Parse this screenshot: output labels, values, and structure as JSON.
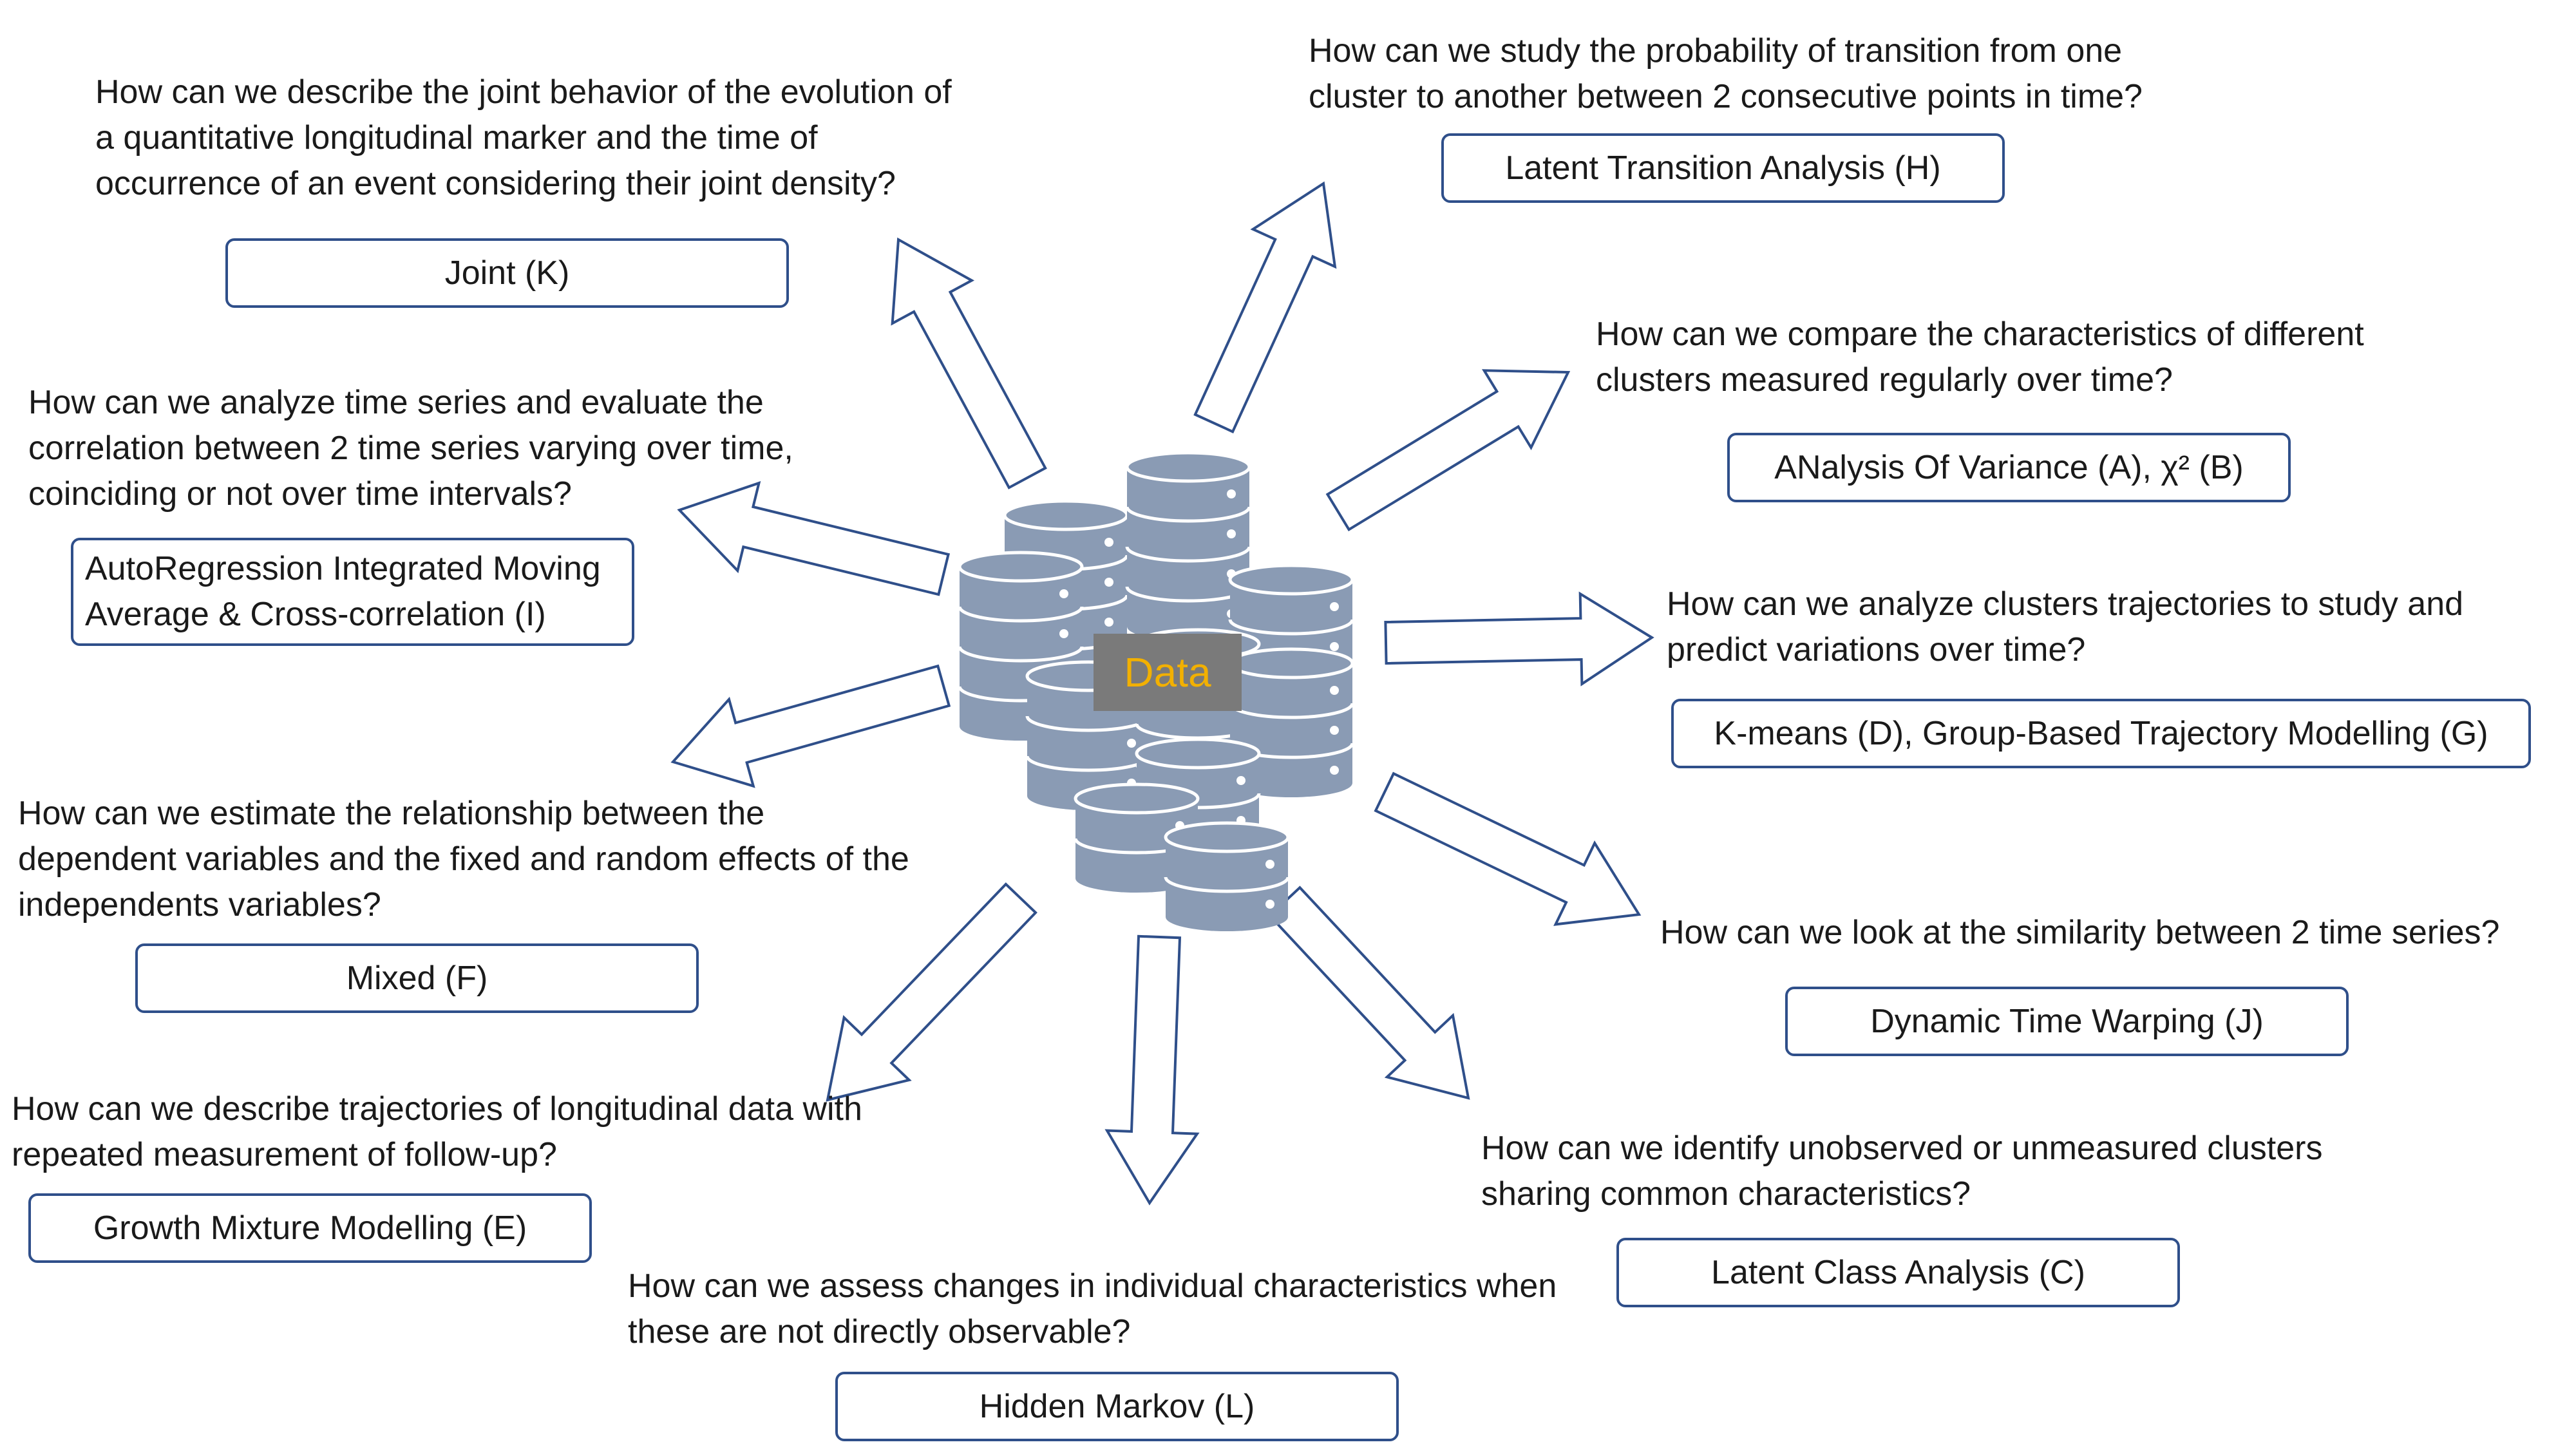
{
  "center": {
    "label": "Data"
  },
  "colors": {
    "arrow_stroke": "#2f4f8a",
    "box_border": "#2f4f8a",
    "db_fill": "#8a9bb4",
    "center_bg": "#7a7a7a",
    "center_text": "#f2b000"
  },
  "nodes": {
    "joint": {
      "question": "How can we describe the joint behavior of the evolution of\na quantitative longitudinal marker and the time of\noccurrence of an event considering their joint density?",
      "method": "Joint (K)"
    },
    "arima": {
      "question": "How can we analyze time series and evaluate the\ncorrelation between 2 time series varying over time,\ncoinciding or not over time intervals?",
      "method": "AutoRegression Integrated Moving\nAverage & Cross-correlation (I)"
    },
    "mixed": {
      "question": "How can we estimate the relationship between the\ndependent variables and the fixed and random effects of the\nindependents variables?",
      "method": "Mixed (F)"
    },
    "gmm": {
      "question": "How can we describe trajectories of longitudinal data with\nrepeated measurement of follow-up?",
      "method": "Growth Mixture Modelling (E)"
    },
    "hmm": {
      "question": "How can we assess changes in individual characteristics when\nthese are not directly observable?",
      "method": "Hidden Markov (L)"
    },
    "lta": {
      "question": "How can we study the probability of transition from one\ncluster to another between 2 consecutive points in time?",
      "method": "Latent Transition Analysis (H)"
    },
    "anova": {
      "question": "How can we compare the characteristics of different\nclusters measured regularly over time?",
      "method": "ANalysis Of Variance (A), χ² (B)"
    },
    "kmeans": {
      "question": "How can we analyze clusters trajectories to study and\npredict variations over time?",
      "method": "K-means (D), Group-Based Trajectory Modelling (G)"
    },
    "dtw": {
      "question": "How can we look at the similarity between 2 time series?",
      "method": "Dynamic Time Warping (J)"
    },
    "lca": {
      "question": "How can we identify unobserved or unmeasured clusters\nsharing common characteristics?",
      "method": "Latent Class Analysis (C)"
    }
  }
}
